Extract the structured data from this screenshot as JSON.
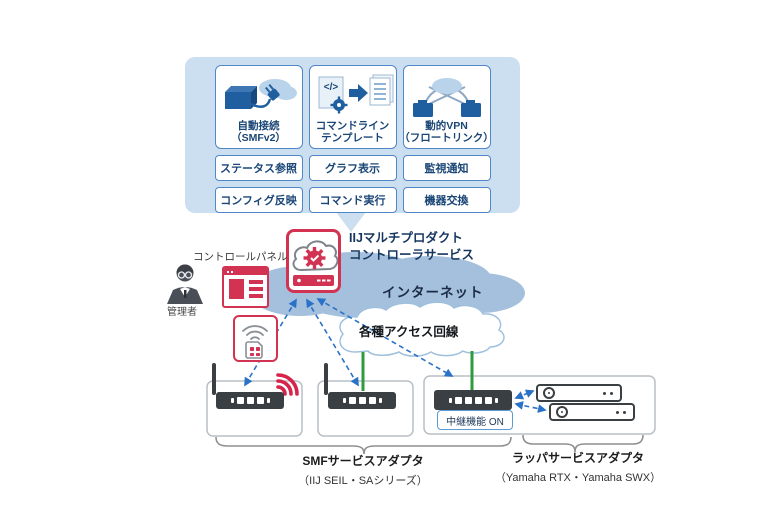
{
  "features_panel": {
    "cards": [
      {
        "icon": "auto-connect-icon",
        "title1": "自動接続",
        "title2": "（SMFv2）",
        "feature_a": "ステータス参照",
        "feature_b": "コンフィグ反映"
      },
      {
        "icon": "command-template-icon",
        "title1": "コマンドライン",
        "title2": "テンプレート",
        "feature_a": "グラフ表示",
        "feature_b": "コマンド実行"
      },
      {
        "icon": "dynamic-vpn-icon",
        "title1": "動的VPN",
        "title2": "（フロートリンク）",
        "feature_a": "監視通知",
        "feature_b": "機器交換"
      }
    ]
  },
  "controller": {
    "name_line1": "IIJマルチプロダクト",
    "name_line2": "コントローラサービス"
  },
  "labels": {
    "admin": "管理者",
    "control_panel": "コントロールパネル",
    "internet": "インターネット",
    "access_lines": "各種アクセス回線",
    "relay_on": "中継機能 ON"
  },
  "device_groups": [
    {
      "name": "SMFサービスアダプタ",
      "models": "（IIJ SEIL・SAシリーズ）"
    },
    {
      "name": "ラッパサービスアダプタ",
      "models": "（Yamaha RTX・Yamaha SWX）"
    }
  ],
  "colors": {
    "accent_red": "#d23352",
    "accent_blue": "#2a72c8",
    "panel_blue": "#cbdff0",
    "internet_cloud_blue": "#a5c0dd",
    "line_green": "#2e9b3e",
    "navy_text": "#1a4676"
  }
}
